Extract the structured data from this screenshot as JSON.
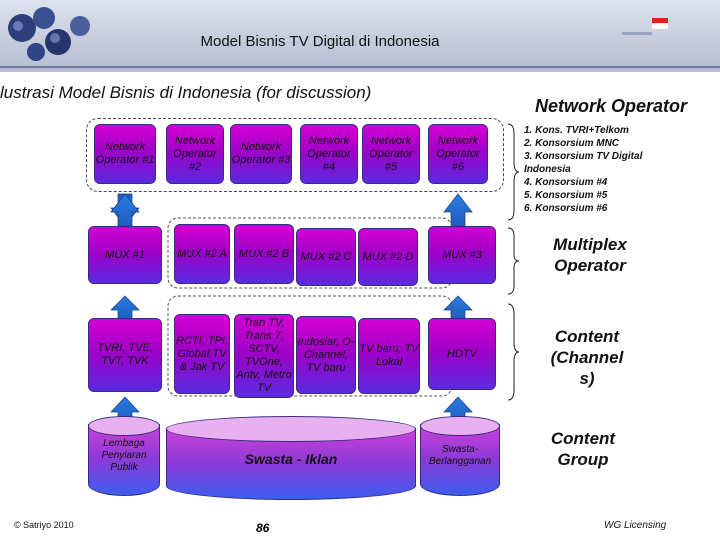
{
  "header": {
    "title": "Model Bisnis TV Digital di Indonesia"
  },
  "subtitle": "lustrasi Model Bisnis di Indonesia (for discussion)",
  "network_operator": {
    "heading": "Network Operator",
    "boxes": [
      "Network Operator #1",
      "Network Operator #2",
      "Network Operator #3",
      "Network Operator #4",
      "Network Operator #5",
      "Network Operator #6"
    ],
    "list": [
      "1. Kons. TVRI+Telkom",
      "2. Konsorsium MNC",
      "3. Konsorsium  TV Digital",
      "Indonesia",
      "4. Konsorsium #4",
      "5. Konsorsium #5",
      "6. Konsorsium #6"
    ]
  },
  "mux": {
    "heading_line1": "Multiplex",
    "heading_line2": "Operator",
    "boxes": [
      "MUX #1",
      "MUX #2 A",
      "MUX #2 B",
      "MUX #2 C",
      "MUX #2 D",
      "MUX #3"
    ]
  },
  "content": {
    "heading_line1": "Content",
    "heading_line2": "(Channel",
    "heading_line3": "s)",
    "boxes": [
      "TVRI, TVE, TVT, TVK",
      "RCTI, TPI, Global TV & Jak TV",
      "Tran TV, Trans 7, SCTV, TVOne, Antv, Metro TV",
      "Indosiar, O-Channel, TV baru",
      "TV baru, TV Lokal",
      "HDTV"
    ]
  },
  "content_group": {
    "heading_line1": "Content",
    "heading_line2": "Group",
    "left": "Lembaga Penyiaran Publik",
    "middle": "Swasta - Iklan",
    "right": "Swasta-Berlangganan"
  },
  "footer": {
    "left": "© Satriyo 2010",
    "page": "86",
    "right": "WG Licensing"
  }
}
